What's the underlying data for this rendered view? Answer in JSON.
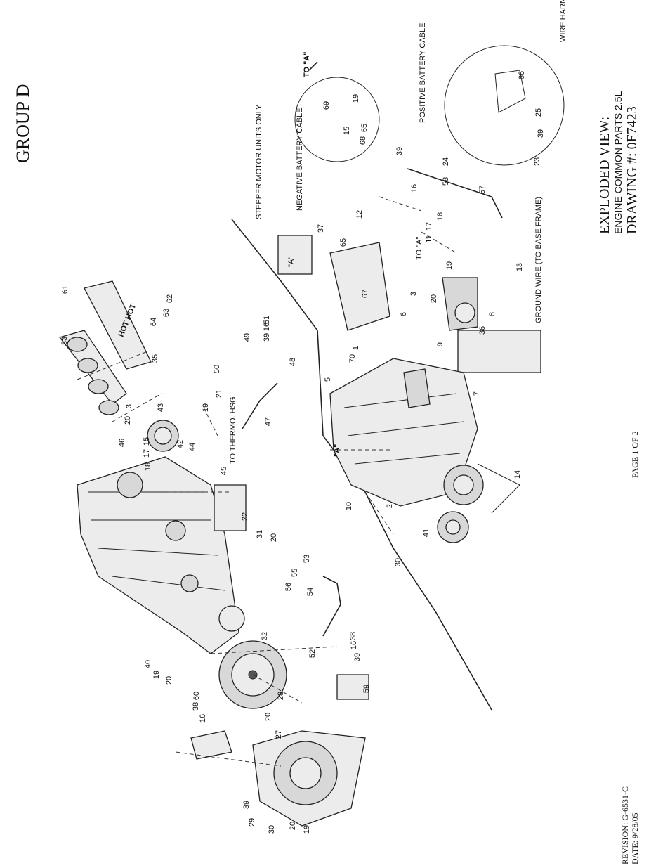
{
  "header": {
    "group": "GROUP D"
  },
  "title_block": {
    "line1": "EXPLODED VIEW:",
    "line2": "ENGINE COMMON PARTS 2.5L",
    "line3": "DRAWING #: 0F7423"
  },
  "footer": {
    "page": "PAGE 1 OF 2",
    "revision": "REVISION: G-6531-C",
    "date": "DATE:  9/28/05"
  },
  "callouts": {
    "to_a": "TO \"A\"",
    "negative_cable": "NEGATIVE BATTERY CABLE",
    "positive_cable": "POSITIVE BATTERY CABLE",
    "wire_harness": "WIRE HARNESS",
    "stepper": "STEPPER MOTOR UNITS ONLY",
    "ground_wire": "GROUND WIRE (TO BASE FRAME)",
    "to_thermo": "TO THERMO. HSG.",
    "hot": "HOT HOT",
    "a_small": "\"A\"",
    "to_a_small": "TO \"A\"",
    "a_engine": "\"A\""
  },
  "part_numbers": [
    "61",
    "33",
    "35",
    "64",
    "63",
    "62",
    "20",
    "3",
    "46",
    "15",
    "17",
    "18",
    "43",
    "42",
    "44",
    "19",
    "21",
    "50",
    "45",
    "49",
    "39",
    "16",
    "51",
    "48",
    "47",
    "40",
    "19",
    "20",
    "22",
    "31",
    "20",
    "56",
    "55",
    "53",
    "54",
    "52",
    "32",
    "38",
    "16",
    "39",
    "59",
    "28",
    "20",
    "27",
    "60",
    "38",
    "16",
    "39",
    "29",
    "30",
    "20",
    "19",
    "30",
    "41",
    "10",
    "2",
    "14",
    "7",
    "5",
    "70",
    "1",
    "9",
    "6",
    "36",
    "8",
    "13",
    "19",
    "20",
    "3",
    "37",
    "65",
    "67",
    "12",
    "11",
    "17",
    "18",
    "57",
    "16",
    "39",
    "58",
    "24",
    "23",
    "39",
    "25",
    "66",
    "68",
    "15",
    "65",
    "69",
    "19",
    "20",
    "13",
    "67"
  ]
}
